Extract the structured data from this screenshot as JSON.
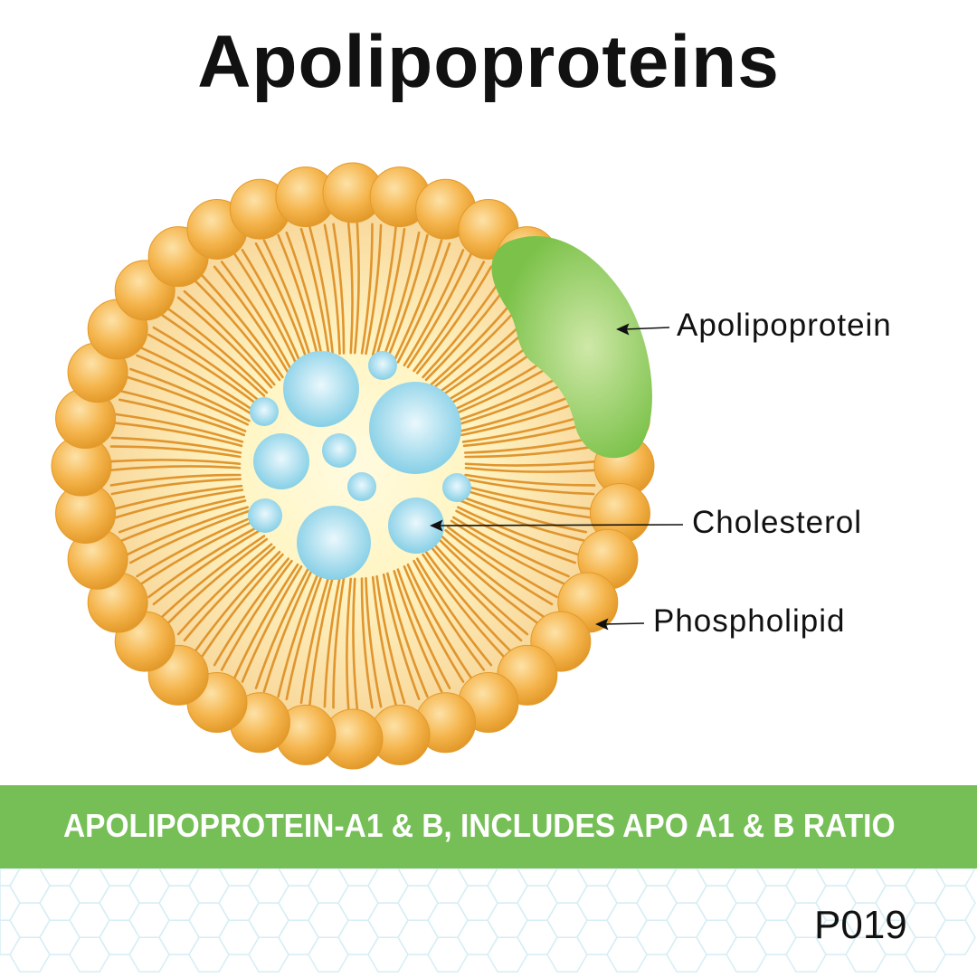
{
  "title": "Apolipoproteins",
  "labels": {
    "apolipoprotein": "Apolipoprotein",
    "cholesterol": "Cholesterol",
    "phospholipid": "Phospholipid"
  },
  "banner": "APOLIPOPROTEIN-A1 & B, INCLUDES APO A1 & B RATIO",
  "code": "P019",
  "colors": {
    "banner": "#76bf57",
    "bead": "#f0a93a",
    "tail": "#e0952e",
    "core": "#fff7c8",
    "cholesterol": "#8fd3ea",
    "protein": "#7cc24a"
  }
}
